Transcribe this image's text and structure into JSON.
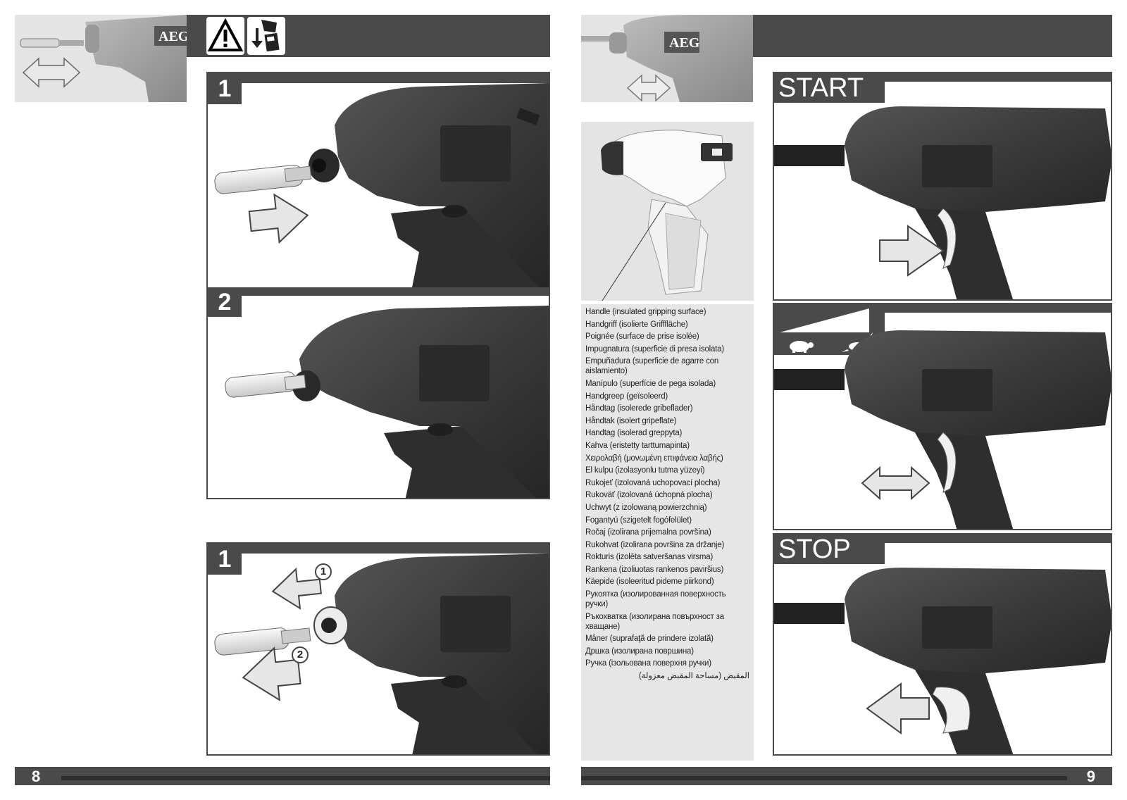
{
  "brand": "AEG",
  "left_page": {
    "page_number": "8",
    "panels": [
      {
        "step": "1"
      },
      {
        "step": "2"
      },
      {
        "step": "1",
        "callouts": [
          "1",
          "2"
        ]
      }
    ]
  },
  "right_page": {
    "page_number": "9",
    "banners": {
      "start": "START",
      "stop": "STOP"
    },
    "handle_labels": [
      "Handle (insulated gripping surface)",
      "Handgriff (isolierte Grifffläche)",
      "Poignée (surface de prise isolée)",
      "Impugnatura (superficie di presa isolata)",
      "Empuñadura (superficie de agarre con aislamiento)",
      "Manípulo (superfície de pega isolada)",
      "Handgreep (geïsoleerd)",
      "Håndtag (isolerede gribeflader)",
      "Håndtak (isolert gripeflate)",
      "Handtag (isolerad greppyta)",
      "Kahva (eristetty tarttumapinta)",
      "Χειρολαβή (μονωμένη επιφάνεια λαβής)",
      "El kulpu (izolasyonlu tutma yüzeyi)",
      "Rukojeť (izolovaná uchopovací plocha)",
      "Rukoväť (izolovaná úchopná plocha)",
      "Uchwyt (z izolowaną powierzchnią)",
      "Fogantyú (szigetelt fogófelület)",
      "Ročaj (izolirana prijemalna površina)",
      "Rukohvat (izolirana površina za držanje)",
      "Rokturis (izolēta satveršanas virsma)",
      "Rankena (izoliuotas rankenos paviršius)",
      "Käepide (isoleeritud pideme piirkond)",
      "Рукоятка (изолированная поверхность ручки)",
      "Ръкохватка (изолирана повърхност за хващане)",
      "Mâner (suprafaţă de prindere izolată)",
      "Дршка (изолирана површина)",
      "Ручка (ізольована поверхня ручки)",
      "المقبض (مساحة المقبض معزولة)"
    ]
  },
  "colors": {
    "dark_bar": "#4a4a4a",
    "tool_body": "#3b3b3b",
    "legend_bg": "#e6e6e6"
  }
}
